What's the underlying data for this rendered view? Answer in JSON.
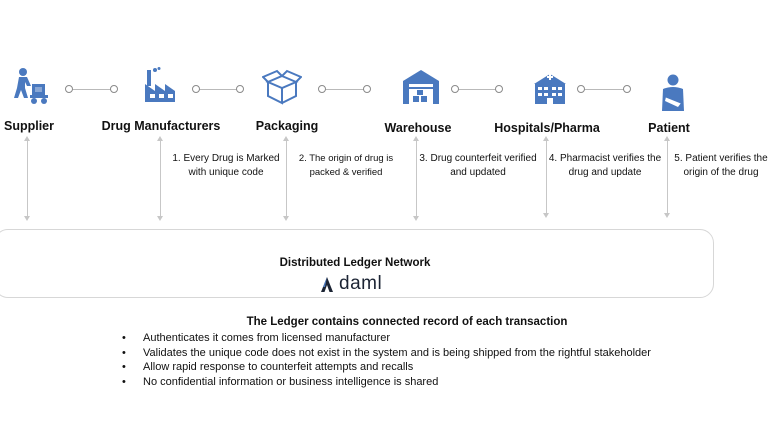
{
  "stages": [
    {
      "id": "supplier",
      "label": "Supplier",
      "icon": "forklift-worker-icon"
    },
    {
      "id": "manufacturer",
      "label": "Drug Manufacturers",
      "icon": "factory-icon"
    },
    {
      "id": "packaging",
      "label": "Packaging",
      "icon": "package-box-icon"
    },
    {
      "id": "warehouse",
      "label": "Warehouse",
      "icon": "warehouse-icon"
    },
    {
      "id": "hospital",
      "label": "Hospitals/Pharma",
      "icon": "hospital-icon"
    },
    {
      "id": "patient",
      "label": "Patient",
      "icon": "patient-icon"
    }
  ],
  "steps": [
    {
      "line1": "1. Every Drug is Marked",
      "line2": "with unique code"
    },
    {
      "line1": "2. The origin of drug is",
      "line2": "packed & verified"
    },
    {
      "line1": "3. Drug counterfeit verified",
      "line2": "and updated"
    },
    {
      "line1": "4. Pharmacist verifies the",
      "line2": "drug and update"
    },
    {
      "line1": "5. Patient verifies the",
      "line2": "origin of the drug"
    }
  ],
  "ledger": {
    "title": "Distributed Ledger Network",
    "logo_text": "daml"
  },
  "summary": {
    "title": "The Ledger contains connected record of each transaction",
    "bullets": [
      "Authenticates it comes from licensed manufacturer",
      "Validates the unique code does not exist in the system and is being shipped from the rightful stakeholder",
      "Allow rapid response to counterfeit attempts and recalls",
      "No confidential information or business intelligence is shared"
    ]
  },
  "colors": {
    "icon_blue": "#4a79bf",
    "connector": "#b9b9b9",
    "logo_dark": "#1c2434"
  }
}
